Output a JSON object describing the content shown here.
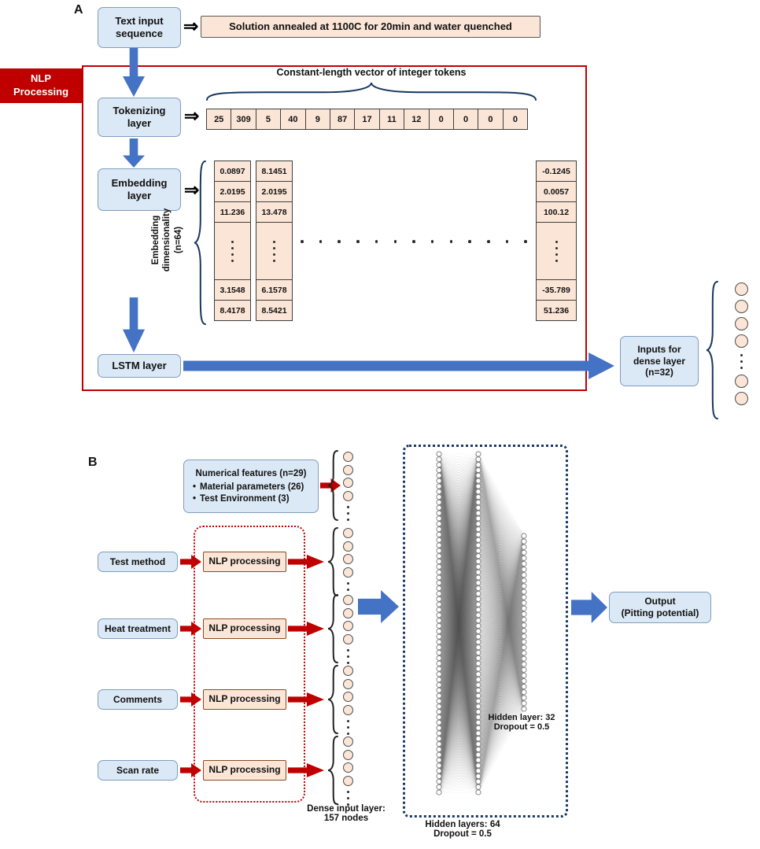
{
  "icons": {
    "double_arrow": "⇒"
  },
  "colors": {
    "accent_red": "#c00000",
    "arrow_blue": "#4472c4",
    "box_blue_fill": "#dbe8f5",
    "box_blue_border": "#7f9dbd",
    "peach_fill": "#fbe5d6",
    "navy_dotted_border": "#1f3864"
  },
  "panel_a": {
    "label": "A",
    "text_input_sequence": "Text input sequence",
    "example_sentence": "Solution annealed at 1100C for 20min and water quenched",
    "nlp_processing_tag": "NLP\nProcessing",
    "tokenizing_layer": "Tokenizing layer",
    "token_vector_caption": "Constant-length vector of integer tokens",
    "tokens": [
      "25",
      "309",
      "5",
      "40",
      "9",
      "87",
      "17",
      "11",
      "12",
      "0",
      "0",
      "0",
      "0"
    ],
    "embedding_layer": "Embedding layer",
    "embedding_dim_label": "Embedding\ndimensionality\n(n=64)",
    "embedding_columns": [
      {
        "top": [
          "0.0897",
          "2.0195",
          "11.236"
        ],
        "bottom": [
          "3.1548",
          "8.4178"
        ]
      },
      {
        "top": [
          "8.1451",
          "2.0195",
          "13.478"
        ],
        "bottom": [
          "6.1578",
          "8.5421"
        ]
      },
      {
        "top": [
          "-0.1245",
          "0.0057",
          "100.12"
        ],
        "bottom": [
          "-35.789",
          "51.236"
        ]
      }
    ],
    "lstm_layer": "LSTM layer",
    "dense_inputs_label": "Inputs for\ndense layer\n(n=32)"
  },
  "panel_b": {
    "label": "B",
    "numerical_features_title": "Numerical features (n=29)",
    "numerical_features_bullets": [
      "Material parameters (26)",
      "Test Environment (3)"
    ],
    "text_feature_rows": [
      {
        "input": "Test method",
        "processor": "NLP processing"
      },
      {
        "input": "Heat treatment",
        "processor": "NLP processing"
      },
      {
        "input": "Comments",
        "processor": "NLP processing"
      },
      {
        "input": "Scan rate",
        "processor": "NLP processing"
      }
    ],
    "dense_input_caption": "Dense input layer:\n157 nodes",
    "hidden32_caption": "Hidden layer: 32\nDropout = 0.5",
    "hidden64_caption": "Hidden layers: 64\nDropout = 0.5",
    "output_label": "Output\n(Pitting potential)",
    "network_layers": [
      64,
      64,
      32
    ]
  }
}
